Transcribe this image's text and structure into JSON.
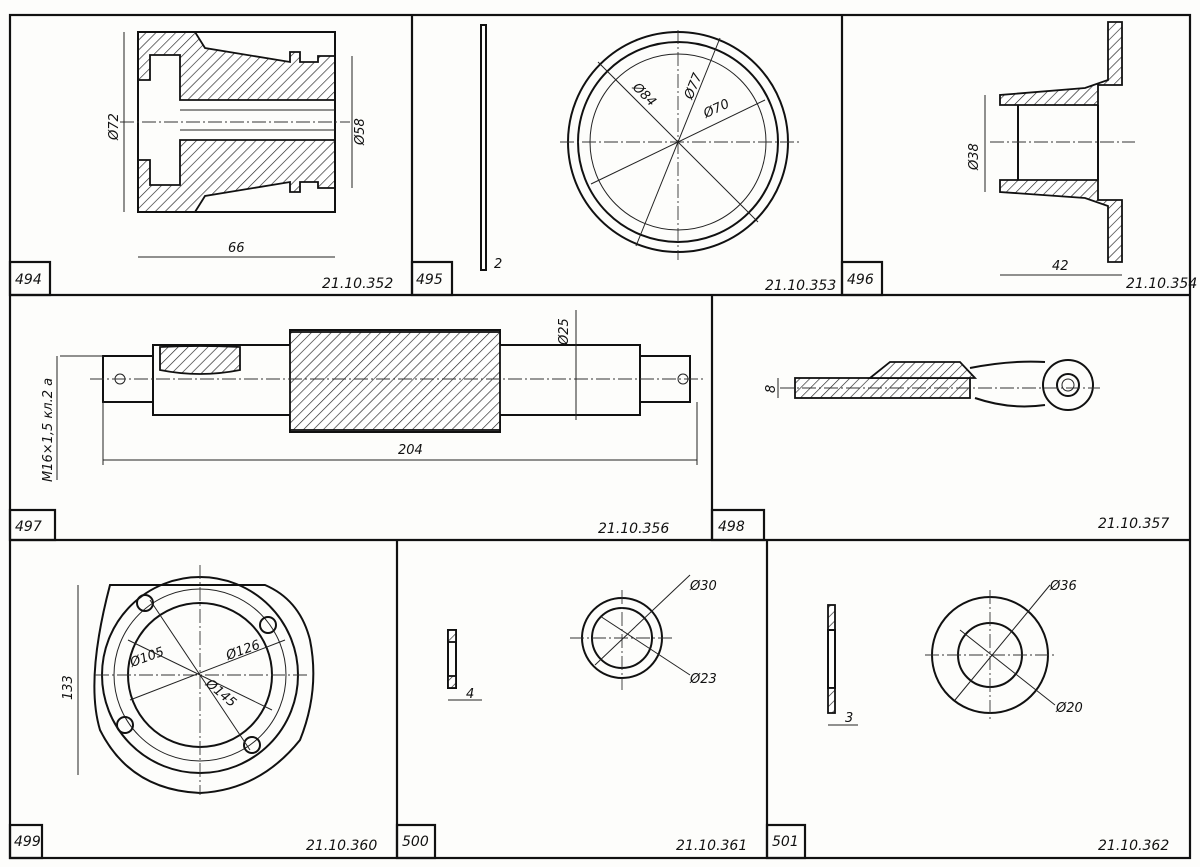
{
  "sheet": {
    "parts": [
      {
        "number": "494",
        "code": "21.10.352",
        "dims": [
          "Ø72",
          "Ø58",
          "66"
        ]
      },
      {
        "number": "495",
        "code": "21.10.353",
        "dims": [
          "2",
          "Ø84",
          "Ø77",
          "Ø70"
        ]
      },
      {
        "number": "496",
        "code": "21.10.354",
        "dims": [
          "Ø38",
          "42"
        ]
      },
      {
        "number": "497",
        "code": "21.10.356",
        "dims": [
          "M16×1,5 кл.2 а",
          "204",
          "Ø25"
        ]
      },
      {
        "number": "498",
        "code": "21.10.357",
        "dims": [
          "8"
        ]
      },
      {
        "number": "499",
        "code": "21.10.360",
        "dims": [
          "133",
          "Ø105",
          "Ø126",
          "Ø145"
        ]
      },
      {
        "number": "500",
        "code": "21.10.361",
        "dims": [
          "4",
          "Ø30",
          "Ø23"
        ]
      },
      {
        "number": "501",
        "code": "21.10.362",
        "dims": [
          "3",
          "Ø36",
          "Ø20"
        ]
      }
    ]
  }
}
